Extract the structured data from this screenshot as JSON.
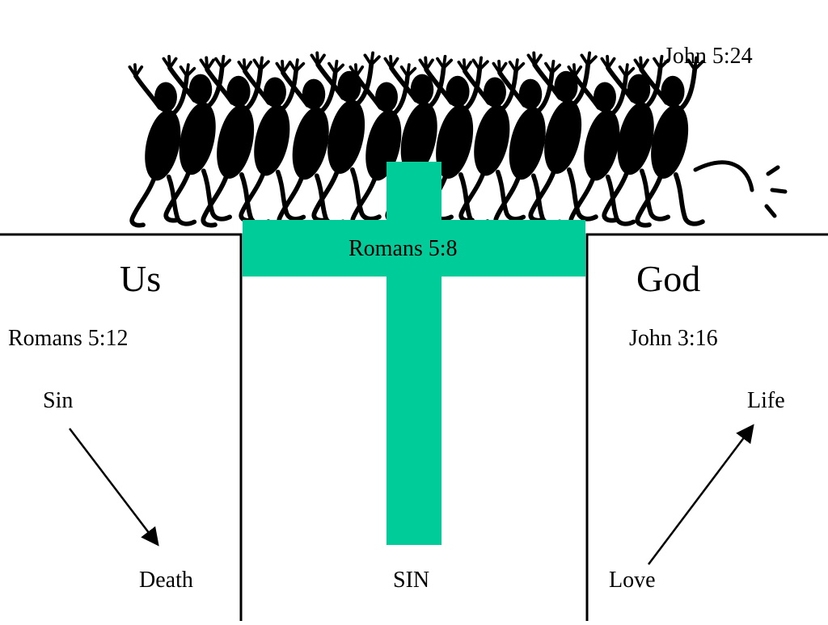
{
  "diagram": {
    "left_side": {
      "heading": "Us",
      "verse": "Romans 5:12",
      "from_word": "Sin",
      "to_word": "Death"
    },
    "right_side": {
      "heading": "God",
      "verse": "John 3:16",
      "from_word": "Love",
      "to_word": "Life"
    },
    "bridge": {
      "verse": "Romans 5:8",
      "color": "#00cc99"
    },
    "chasm": {
      "label": "SIN"
    },
    "crowd": {
      "verse": "John 5:24",
      "figure_icon": "dancing-figure-icon"
    },
    "colors": {
      "line": "#000000",
      "background": "#ffffff"
    }
  }
}
